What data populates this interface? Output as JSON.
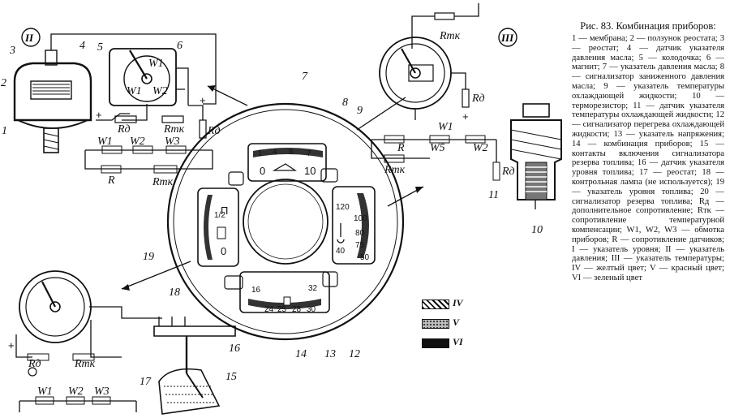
{
  "caption": {
    "title": "Рис. 83. Комбинация приборов:",
    "text": "1 — мембрана; 2 — ползунок реостата; 3 — реостат; 4 — датчик указателя давления масла; 5 — колодочка; 6 — магнит; 7 — указатель давления масла; 8 — сигнализатор заниженного давления масла; 9 — указатель температуры охлаждающей жидкости; 10 — терморезистор; 11 — датчик указателя температуры охлаждающей жидкости; 12 — сигнализатор перегрева охлаждающей жидкости; 13 — указатель напряжения; 14 — комбинация приборов; 15 — контакты включения сигнализатора резерва топлива; 16 — датчик указателя уровня топлива; 17 — реостат; 18 — контрольная лампа (не используется); 19 — указатель уровня топлива; 20 — сигнализатор резерва топлива; Rд — дополнительное сопротивление; Rтк — сопротивление температурной компенсации; W1, W2, W3 — обмотка приборов; R — сопротивление датчиков; I — указатель уровня; II — указатель давления; III — указатель температуры; IV — желтый цвет; V — красный цвет; VI — зеленый цвет"
  },
  "legend": [
    {
      "label": "IV",
      "pattern": "hatched"
    },
    {
      "label": "V",
      "pattern": "dotted"
    },
    {
      "label": "VI",
      "pattern": "solid"
    }
  ],
  "callouts": [
    "1",
    "2",
    "3",
    "4",
    "5",
    "6",
    "7",
    "8",
    "9",
    "10",
    "11",
    "12",
    "13",
    "14",
    "15",
    "16",
    "17",
    "18",
    "19"
  ],
  "roman_marks": [
    "II",
    "III"
  ],
  "components": {
    "r_tk": "Rтк",
    "r_d": "Rд",
    "w1": "W1",
    "w2": "W2",
    "w3": "W3",
    "w5": "W5",
    "r": "R"
  },
  "gauges": {
    "pressure_scale": [
      "1",
      "4",
      "6",
      "7"
    ],
    "pressure_lower": [
      "0",
      "10"
    ],
    "temp_scale": [
      "120",
      "100",
      "80",
      "75",
      "50",
      "40"
    ],
    "fuel_marks": [
      "1/2",
      "П",
      "0"
    ],
    "voltage_outer": [
      "16",
      "32"
    ],
    "voltage_inner": [
      "24",
      "25",
      "28",
      "30"
    ]
  }
}
